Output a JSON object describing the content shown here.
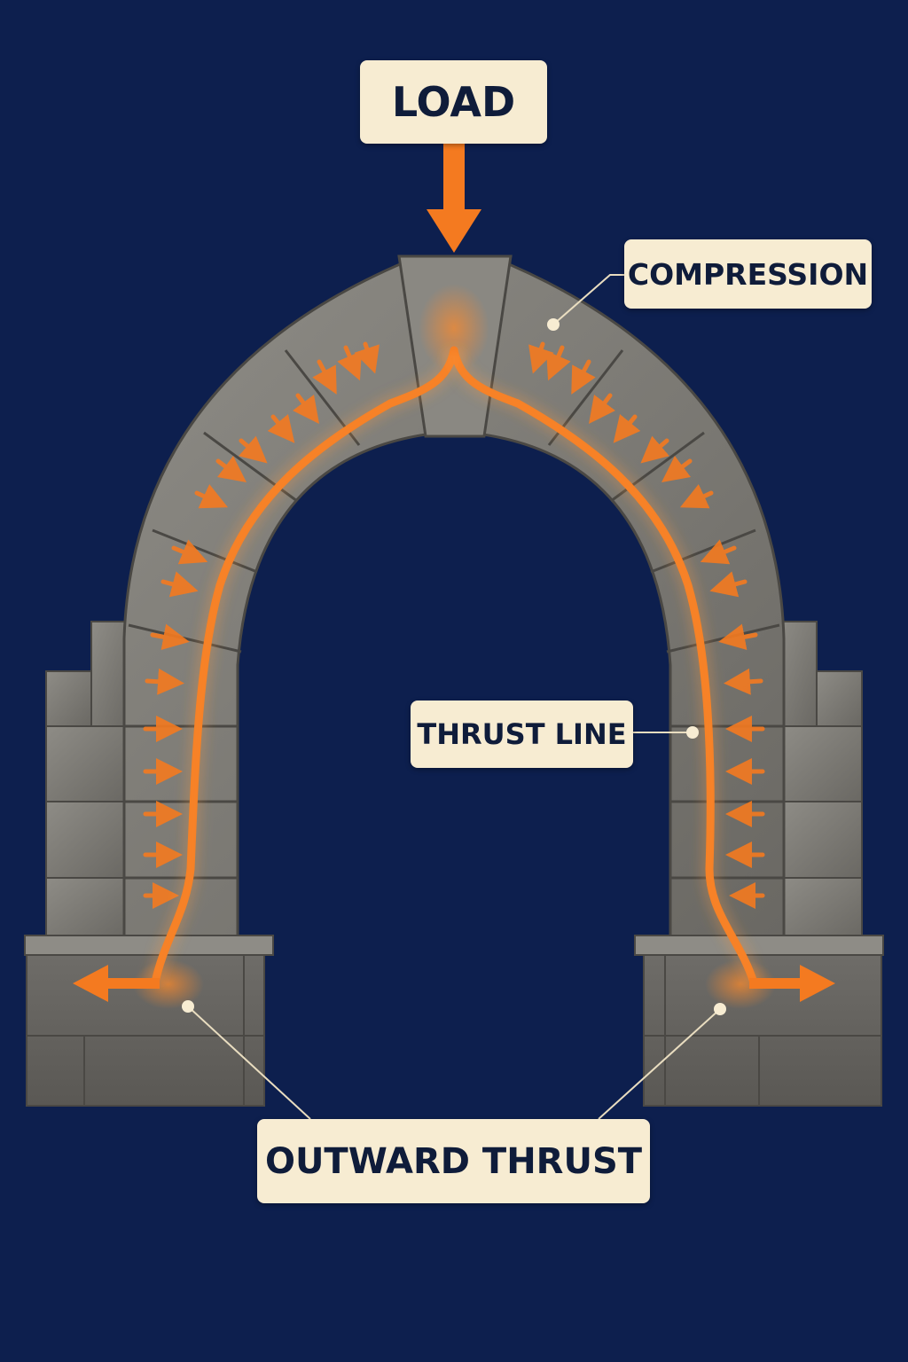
{
  "labels": {
    "load": "LOAD",
    "compression": "COMPRESSION",
    "thrust_line": "THRUST LINE",
    "outward_thrust": "OUTWARD THRUST"
  },
  "colors": {
    "background": "#0d1f4e",
    "stone": "#7d7b76",
    "stone_dark": "#5f5d59",
    "force": "#f47a20",
    "label_bg": "#f7ecd2",
    "label_text": "#0f1c3a",
    "leader": "#e9ddc0"
  }
}
